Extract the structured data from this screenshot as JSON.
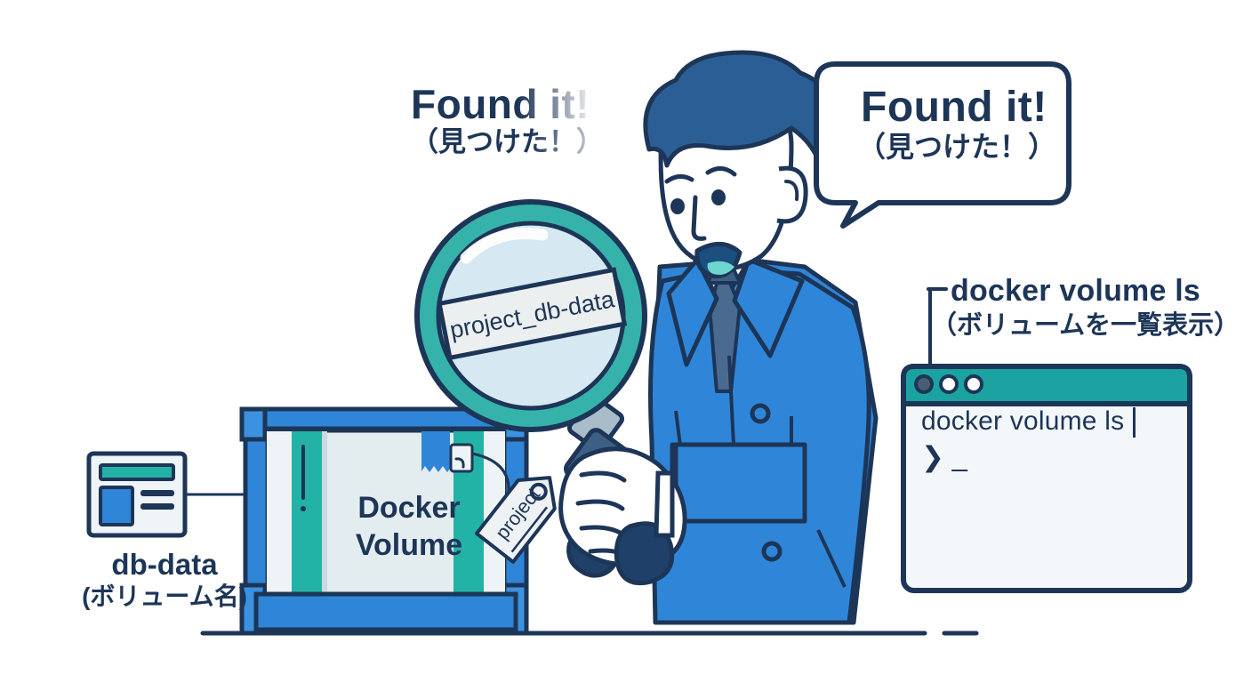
{
  "scene": {
    "title": "Docker volume discovery illustration",
    "background_color": "#ffffff"
  },
  "ghost_caption": {
    "english": "Found it!",
    "japanese": "（見つけた！）"
  },
  "speech_bubble": {
    "english": "Found it!",
    "japanese": "（見つけた！）"
  },
  "command_callout": {
    "command": "docker volume ls",
    "japanese": "（ボリュームを一覧表示）"
  },
  "terminal": {
    "command_line": "docker volume ls",
    "prompt": "❯ _",
    "titlebar_color": "#1aa3a0",
    "body_color": "#f4f7f9",
    "dots": [
      "#4a5c74",
      "#ffffff",
      "#ffffff"
    ]
  },
  "magnifier": {
    "lens_label": "project_db-data",
    "ring_color": "#35b3ab",
    "lens_color": "#d6e8f2"
  },
  "volume_box": {
    "title_line1": "Docker",
    "title_line2": "Volume",
    "tag_label": "project",
    "frame_color": "#2f86d8",
    "stripe_color": "#22b3a6",
    "panel_color": "#dde8ec"
  },
  "volume_name_card": {
    "label": "db-data",
    "label_japanese": "(ボリューム名)",
    "icon": "card-icon",
    "accent_color": "#22b3a6",
    "block_color": "#2f86d8"
  },
  "character": {
    "hair_color": "#2c5e96",
    "coat_color": "#2f86d8",
    "tie_color": "#4a6b8f",
    "outline_color": "#1d3557",
    "mouth_color": "#6fd6cf"
  }
}
